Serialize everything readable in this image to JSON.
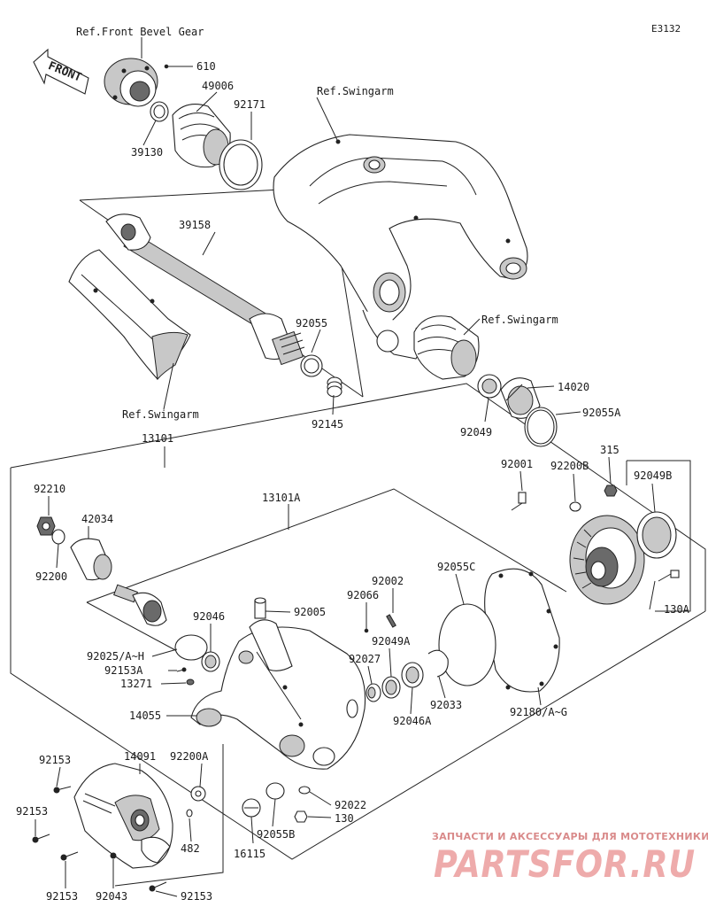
{
  "diagram_code": "E3132",
  "front_arrow": "FRONT",
  "refs": {
    "front_bevel_gear": "Ref.Front Bevel Gear",
    "swingarm_top": "Ref.Swingarm",
    "swingarm_boot": "Ref.Swingarm",
    "swingarm_left": "Ref.Swingarm"
  },
  "labels": {
    "p610": "610",
    "p49006": "49006",
    "p92171": "92171",
    "p39130": "39130",
    "p39158": "39158",
    "p92055": "92055",
    "p92145": "92145",
    "p14020": "14020",
    "p92055A": "92055A",
    "p92049": "92049",
    "p315": "315",
    "p92001": "92001",
    "p92200B": "92200B",
    "p92049B": "92049B",
    "p13101": "13101",
    "p13101A": "13101A",
    "p92210": "92210",
    "p42034": "42034",
    "p92200": "92200",
    "p92002": "92002",
    "p92066": "92066",
    "p92055C": "92055C",
    "p92005": "92005",
    "p130A": "130A",
    "p92046": "92046",
    "p92025": "92025/A~H",
    "p92153A": "92153A",
    "p13271": "13271",
    "p92049A": "92049A",
    "p92027": "92027",
    "p92180": "92180/A~G",
    "p14055": "14055",
    "p92033": "92033",
    "p92046A": "92046A",
    "p92153_a": "92153",
    "p14091": "14091",
    "p92200A": "92200A",
    "p92153_b": "92153",
    "p92022": "92022",
    "p130": "130",
    "p482": "482",
    "p92055B": "92055B",
    "p16115": "16115",
    "p92153_c": "92153",
    "p92043": "92043",
    "p92153_d": "92153"
  },
  "watermark": {
    "line1": "ЗАПЧАСТИ И АКСЕССУАРЫ ДЛЯ МОТОТЕХНИКИ",
    "line2": "PARTSFOR.RU"
  }
}
